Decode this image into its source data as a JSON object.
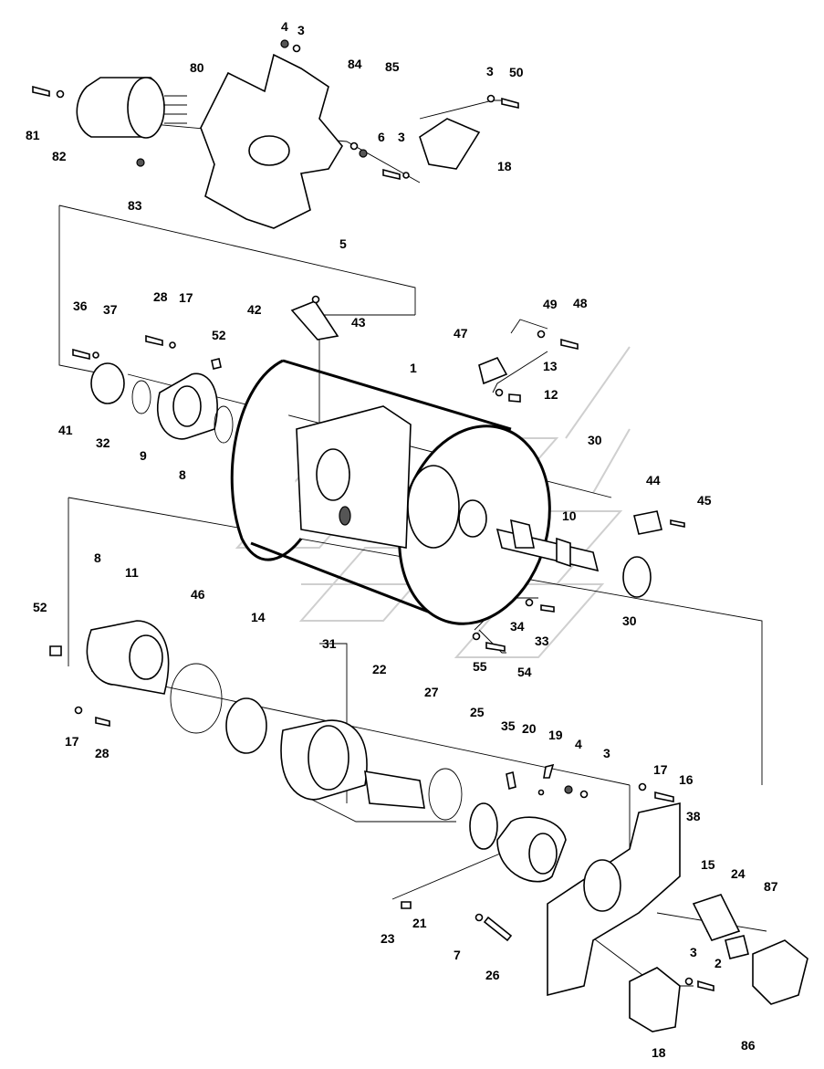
{
  "diagram": {
    "labels": [
      "1",
      "2",
      "3",
      "3",
      "3",
      "3",
      "3",
      "4",
      "4",
      "5",
      "6",
      "7",
      "8",
      "8",
      "9",
      "10",
      "11",
      "12",
      "13",
      "14",
      "15",
      "16",
      "17",
      "17",
      "17",
      "18",
      "18",
      "19",
      "20",
      "21",
      "22",
      "23",
      "24",
      "25",
      "26",
      "27",
      "28",
      "28",
      "30",
      "30",
      "31",
      "32",
      "33",
      "34",
      "35",
      "36",
      "37",
      "38",
      "41",
      "42",
      "43",
      "44",
      "45",
      "46",
      "47",
      "48",
      "49",
      "50",
      "52",
      "52",
      "54",
      "55",
      "80",
      "81",
      "82",
      "83",
      "84",
      "85",
      "86",
      "87"
    ]
  }
}
